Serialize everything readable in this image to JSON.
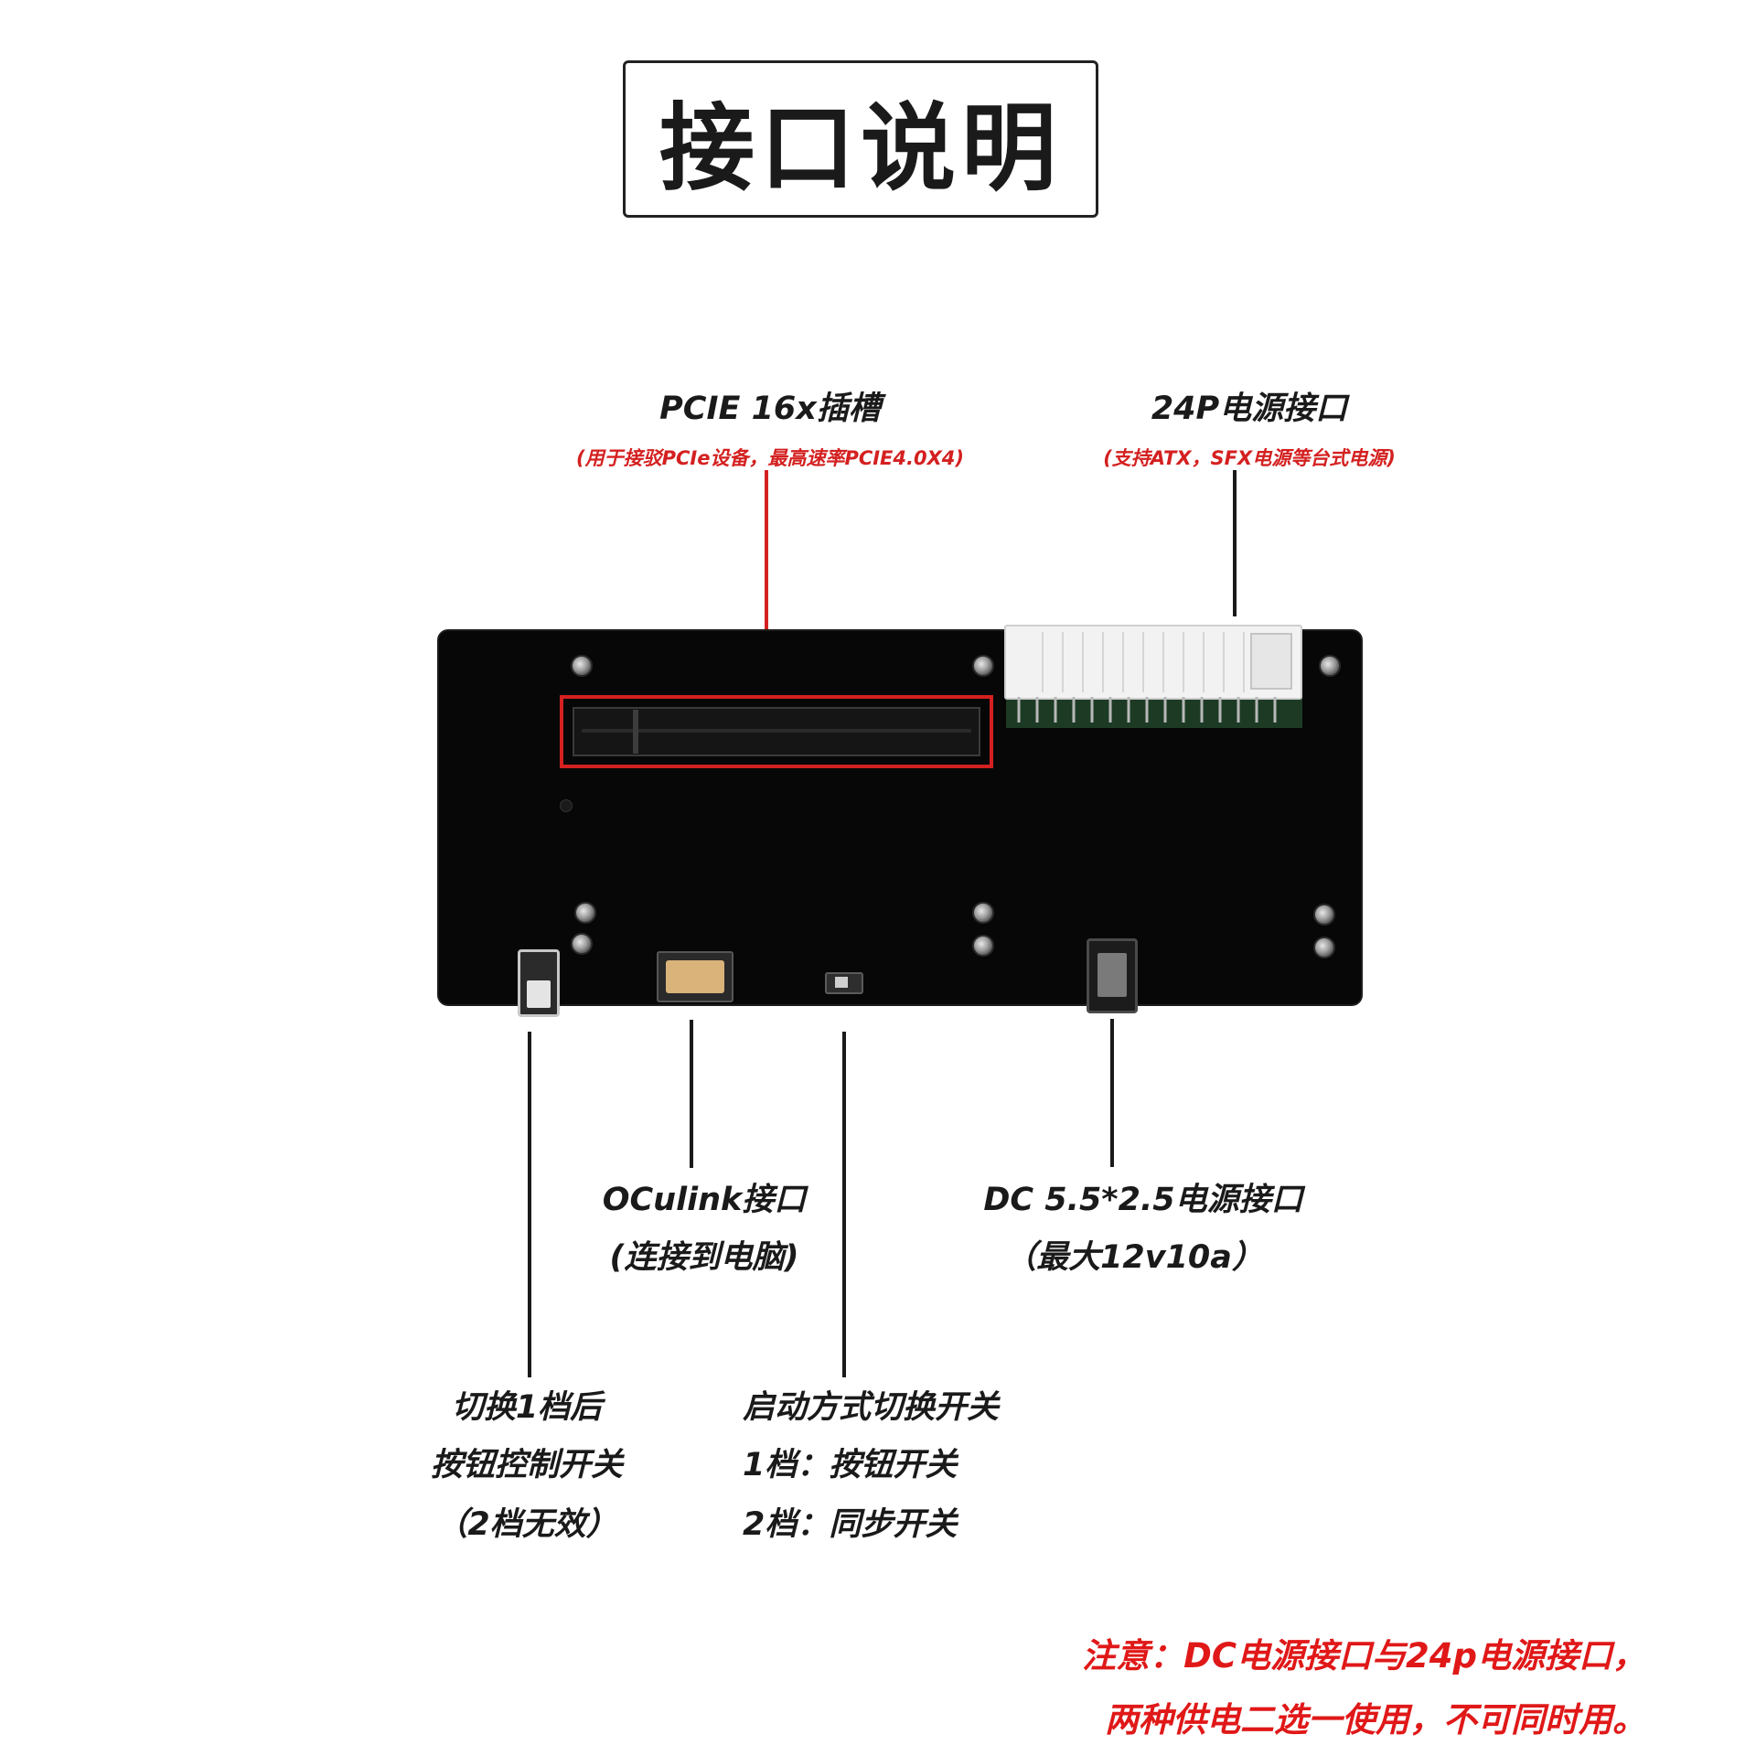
{
  "title": "接口说明",
  "components": {
    "pcie": {
      "name": "PCIE 16x插槽",
      "note": "(用于接驳PCIe设备，最高速率PCIE4.0X4)"
    },
    "atx_power": {
      "name": "24P电源接口",
      "note": "(支持ATX，SFX电源等台式电源)"
    },
    "oculink": {
      "name": "OCulink接口",
      "note": "(连接到电脑)"
    },
    "dc_power": {
      "name": "DC 5.5*2.5电源接口",
      "note": "（最大12v10a）"
    },
    "power_button": {
      "line1": "切换1档后",
      "line2": "按钮控制开关",
      "line3": "（2档无效）"
    },
    "mode_switch": {
      "line1": "启动方式切换开关",
      "line2": "1档：按钮开关",
      "line3": "2档：同步开关"
    }
  },
  "notice": {
    "line1": "注意：DC电源接口与24p电源接口，",
    "line2": "两种供电二选一使用，不可同时用。"
  },
  "colors": {
    "accent_red": "#d42020",
    "notice_red": "#e01818",
    "board": "#070707",
    "text": "#1a1a1a"
  }
}
